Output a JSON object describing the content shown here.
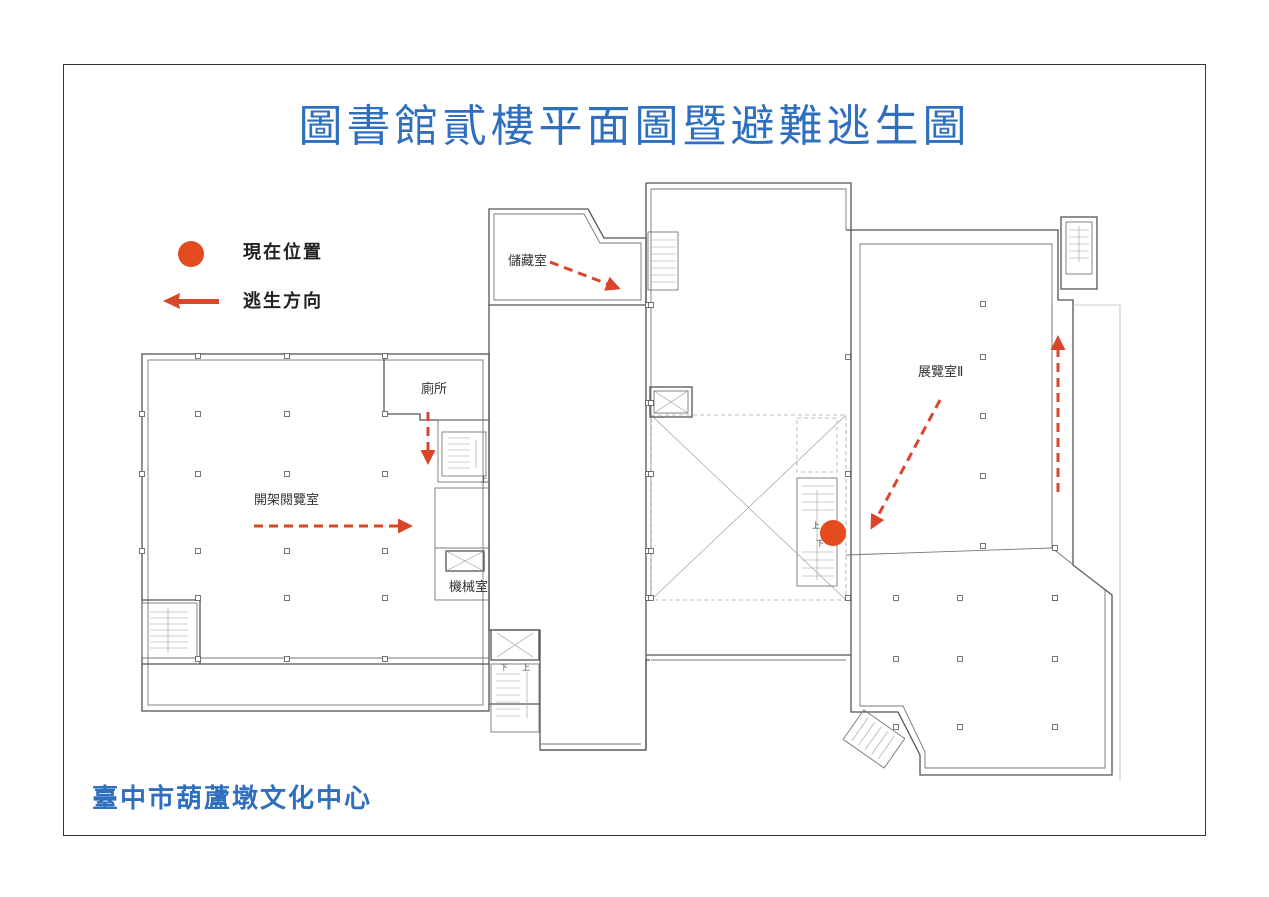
{
  "title": "圖書館貳樓平面圖暨避難逃生圖",
  "footer": "臺中市葫蘆墩文化中心",
  "colors": {
    "title": "#2f6fc0",
    "footer": "#2f6fc0",
    "route": "#d9462a",
    "marker": "#e34b1f"
  },
  "legend": {
    "current_position": "現在位置",
    "escape_direction": "逃生方向",
    "current_position_icon": "red-dot-icon",
    "escape_direction_icon": "red-arrow-icon"
  },
  "rooms": {
    "storage": "儲藏室",
    "restroom": "廁所",
    "open_reading": "開架閱覽室",
    "machine_room": "機械室",
    "exhibition": "展覽室Ⅱ"
  },
  "stair_labels": {
    "up": "上",
    "down": "下"
  }
}
